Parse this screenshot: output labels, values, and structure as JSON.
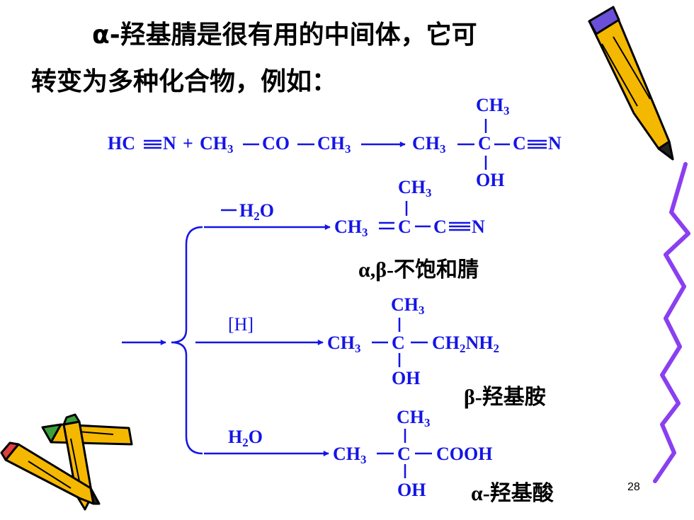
{
  "intro": {
    "line1": "α-羟基腈是很有用的中间体，它可",
    "line2": "转变为多种化合物，例如："
  },
  "reaction1": {
    "reactant1": "HC",
    "reactant1_n": "N",
    "plus": "+",
    "ch3_a": "CH",
    "co": "CO",
    "ch3_b": "CH",
    "p_ch3_left": "CH",
    "p_ch3_top": "CH",
    "p_c": "C",
    "p_cn_c": "C",
    "p_cn_n": "N",
    "p_oh": "OH"
  },
  "branch1": {
    "reagent_prefix": "H",
    "reagent_suffix": "O",
    "p_ch3_left": "CH",
    "p_ch3_top": "CH",
    "p_c": "C",
    "p_cn_c": "C",
    "p_cn_n": "N",
    "name": "α,β-不饱和腈"
  },
  "branch2": {
    "reagent": "[H]",
    "p_ch3_left": "CH",
    "p_ch3_top": "CH",
    "p_c": "C",
    "p_sub_a": "CH",
    "p_sub_b": "NH",
    "p_oh": "OH",
    "name": "β-羟基胺"
  },
  "branch3": {
    "reagent_prefix": "H",
    "reagent_suffix": "O",
    "p_ch3_left": "CH",
    "p_ch3_top": "CH",
    "p_c": "C",
    "p_cooh": "COOH",
    "p_oh": "OH",
    "name": "α-羟基酸"
  },
  "subscripts": {
    "three": "3",
    "two": "2"
  },
  "page_number": "28",
  "colors": {
    "chem": "#1414e6",
    "text": "#000000",
    "squiggle": "#8a3ff0",
    "pencil_body": "#f5b800",
    "pencil_outline": "#000000"
  },
  "icons": [
    "pencil-icon",
    "crossed-pencils-icon",
    "squiggle-decoration"
  ]
}
